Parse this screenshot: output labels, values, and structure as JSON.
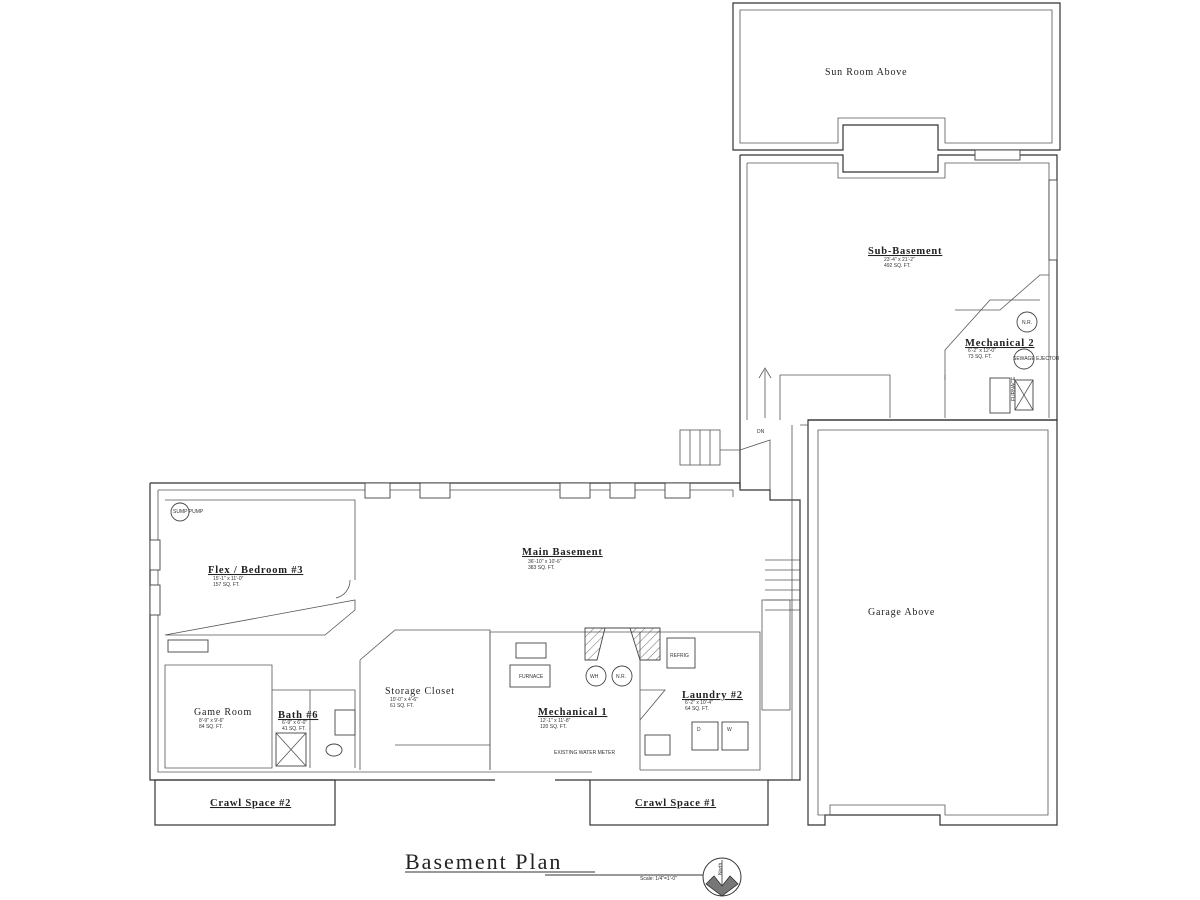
{
  "title": "Basement Plan",
  "scale": "Scale: 1/4\"=1'-0\"",
  "north": "North",
  "rooms": {
    "sun_room": {
      "name": "Sun Room Above"
    },
    "sub_basement": {
      "name": "Sub-Basement",
      "dims": "23'-4\" x 21'-2\"",
      "area": "492 SQ. FT."
    },
    "mechanical_2": {
      "name": "Mechanical 2",
      "dims": "6'-2\" x 12'-0\"",
      "area": "73 SQ. FT."
    },
    "flex": {
      "name": "Flex / Bedroom #3",
      "dims": "15'-1\" x 11'-0\"",
      "area": "157 SQ. FT."
    },
    "main_basement": {
      "name": "Main Basement",
      "dims": "36'-10\" x 10'-6\"",
      "area": "383 SQ. FT."
    },
    "garage": {
      "name": "Garage Above"
    },
    "game_room": {
      "name": "Game Room",
      "dims": "8'-9\" x 9'-6\"",
      "area": "84 SQ. FT."
    },
    "bath": {
      "name": "Bath #6",
      "dims": "6'-9\" x 6'-0\"",
      "area": "41 SQ. FT."
    },
    "storage": {
      "name": "Storage Closet",
      "dims": "10'-0\" x 4'-6\"",
      "area": "61 SQ. FT."
    },
    "mechanical_1": {
      "name": "Mechanical 1",
      "dims": "12'-1\" x 11'-8\"",
      "area": "120 SQ. FT."
    },
    "laundry": {
      "name": "Laundry #2",
      "dims": "6'-2\" x 10'-4\"",
      "area": "64 SQ. FT."
    },
    "crawl_2": {
      "name": "Crawl Space #2"
    },
    "crawl_1": {
      "name": "Crawl Space #1"
    }
  },
  "fixtures": {
    "sump_pump": "SUMP PUMP",
    "furnace": "FURNACE",
    "wh": "WH",
    "nr": "N.R.",
    "refrig": "REFRIG",
    "water_meter": "EXISTING WATER METER",
    "sewage_ejector": "SEWAGE EJECTOR",
    "dryer": "D",
    "washer": "W",
    "dn": "DN"
  }
}
